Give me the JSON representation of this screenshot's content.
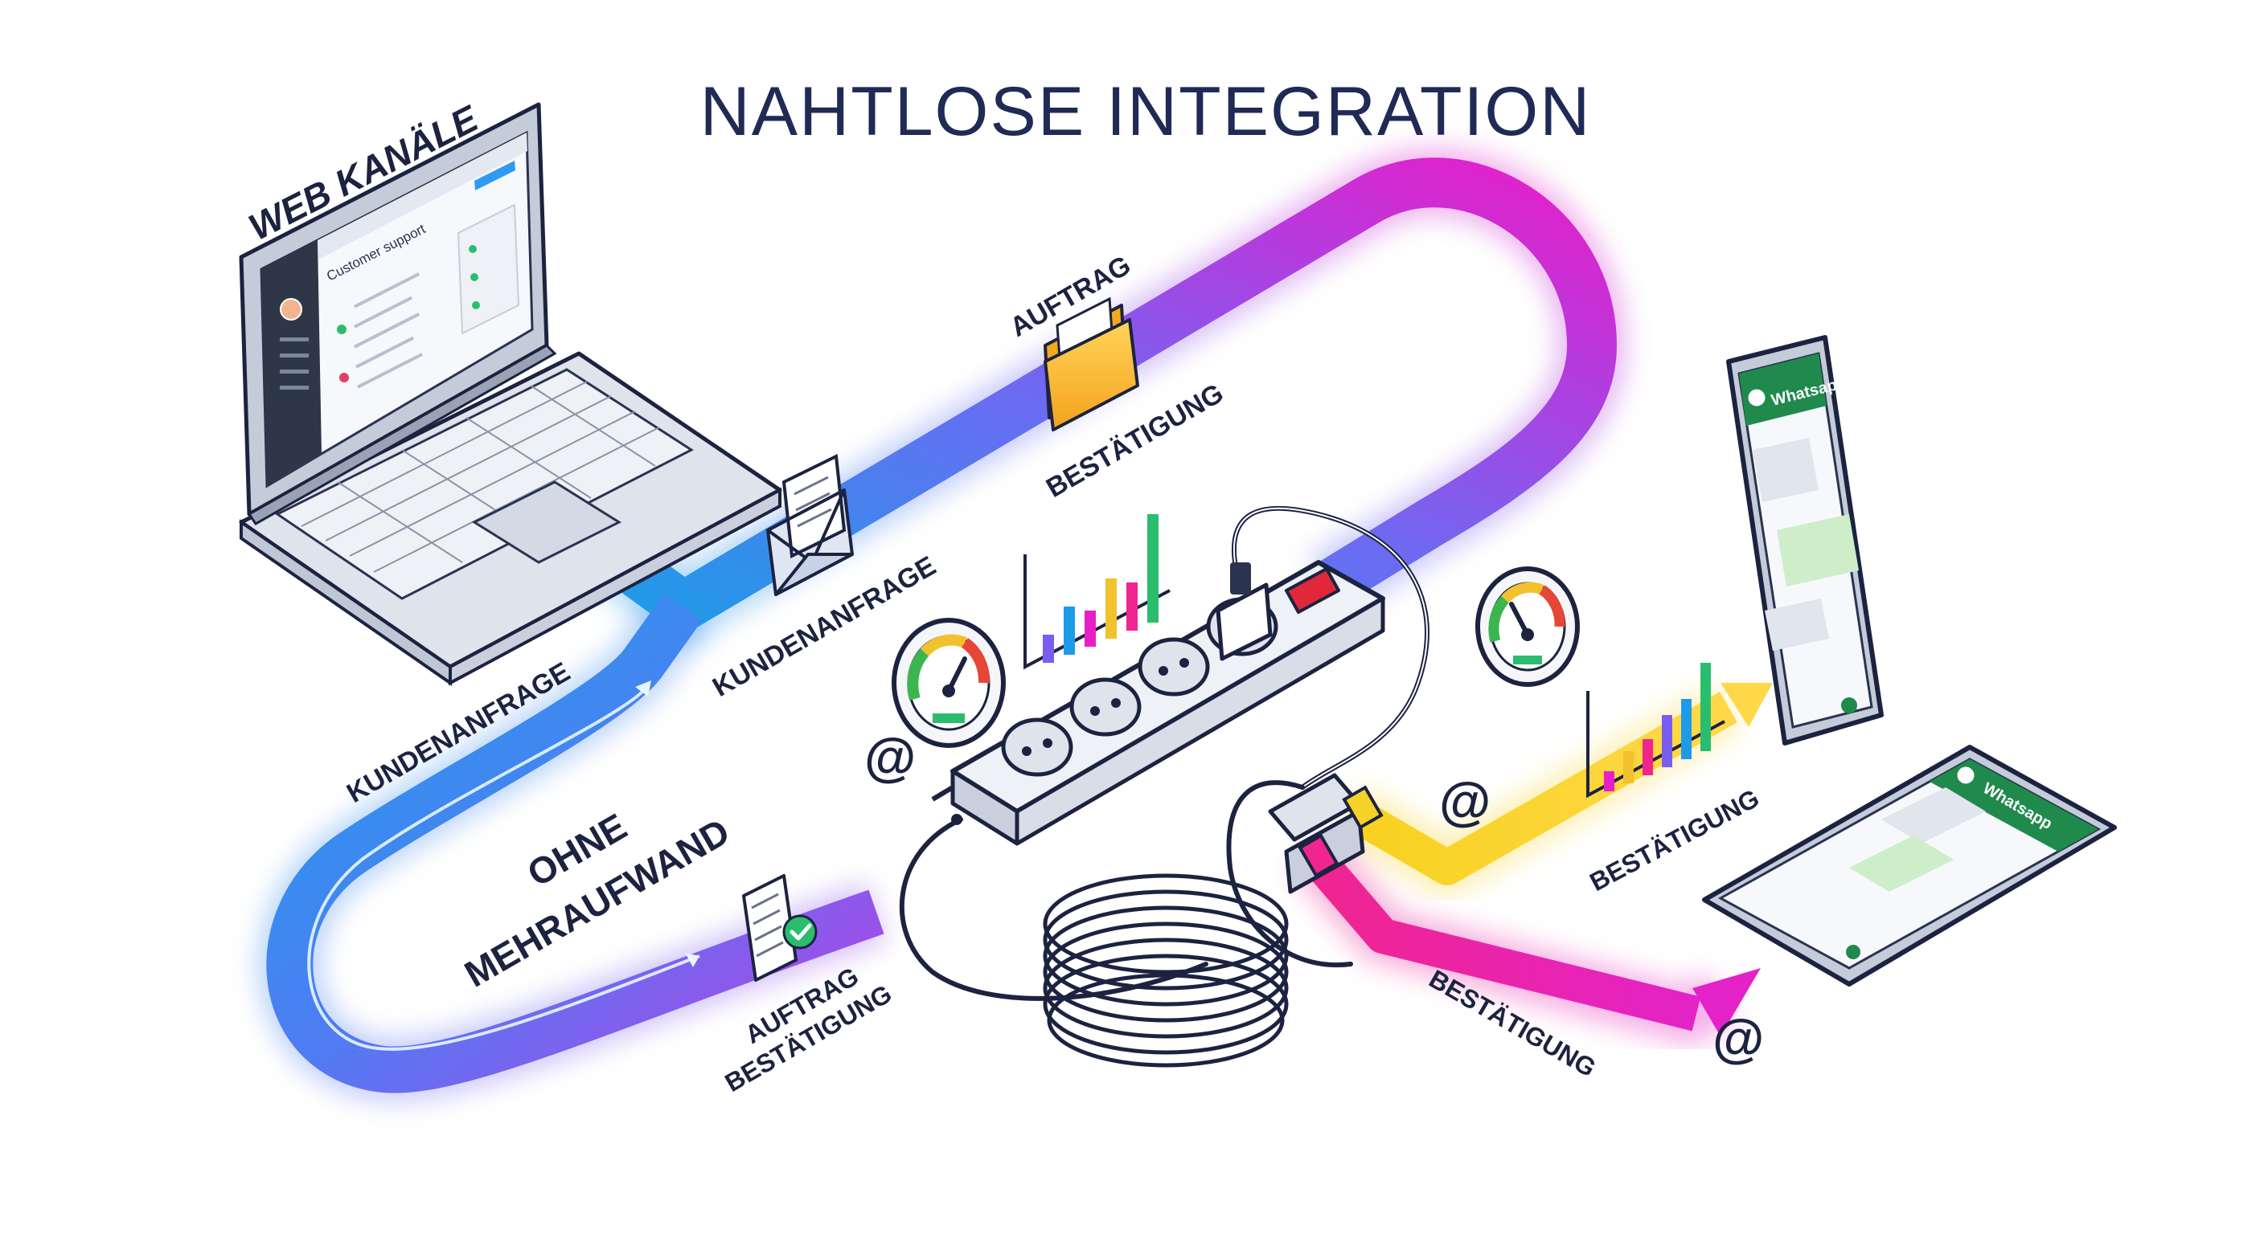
{
  "title": "NAHTLOSE INTEGRATION",
  "labels": {
    "web_channels": "WEB KANÄLE",
    "without_effort_line1": "OHNE",
    "without_effort_line2": "MEHRAUFWAND",
    "request_left": "KUNDENANFRAGE",
    "request_center": "KUNDENANFRAGE",
    "order_top": "AUFTRAG",
    "confirm_top": "BESTÄTIGUNG",
    "order_bottom": "AUFTRAG",
    "confirm_bottom": "BESTÄTIGUNG",
    "confirm_yellow": "BESTÄTIGUNG",
    "confirm_pink": "BESTÄTIGUNG"
  },
  "laptop": {
    "panel_title": "Customer support"
  },
  "phones": {
    "top_app": "Whatsapp",
    "bottom_app": "Whatsapp"
  },
  "symbols": {
    "at": "@"
  },
  "icons": [
    "laptop-icon",
    "envelope-icon",
    "folder-icon",
    "document-check-icon",
    "gauge-icon",
    "bar-chart-icon",
    "power-strip-icon",
    "cable-coil-icon",
    "smartphone-icon",
    "whatsapp-icon",
    "at-icon",
    "arrow-icon"
  ],
  "colors": {
    "blue": "#1e9be8",
    "violet": "#7b5cf0",
    "magenta": "#e61fc8",
    "pink": "#f0258f",
    "yellow": "#f5d22a",
    "navy": "#1f2a55",
    "whatsapp": "#1f8a4c"
  }
}
